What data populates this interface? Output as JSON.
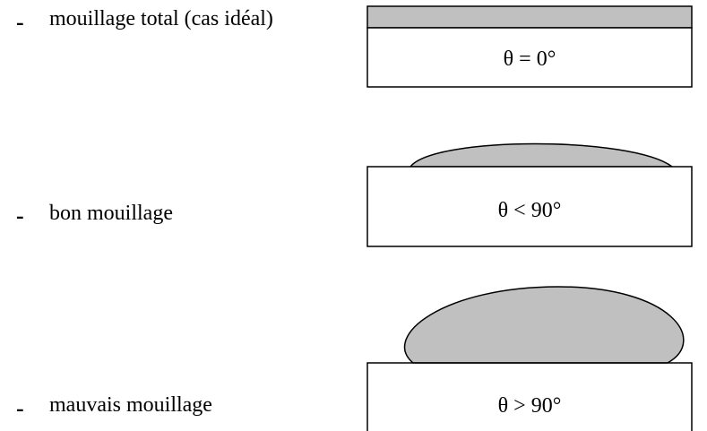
{
  "colors": {
    "liquid_fill": "#c0c0c0",
    "stroke": "#000000",
    "substrate_fill": "#ffffff"
  },
  "items": [
    {
      "bullet": "-",
      "label": "mouillage total (cas idéal)",
      "angle_text": "θ = 0°",
      "liquid_shape": "film"
    },
    {
      "bullet": "-",
      "label": "bon mouillage",
      "angle_text": "θ < 90°",
      "liquid_shape": "flat-drop"
    },
    {
      "bullet": "-",
      "label": "mauvais mouillage",
      "angle_text": "θ > 90°",
      "liquid_shape": "round-drop"
    }
  ]
}
